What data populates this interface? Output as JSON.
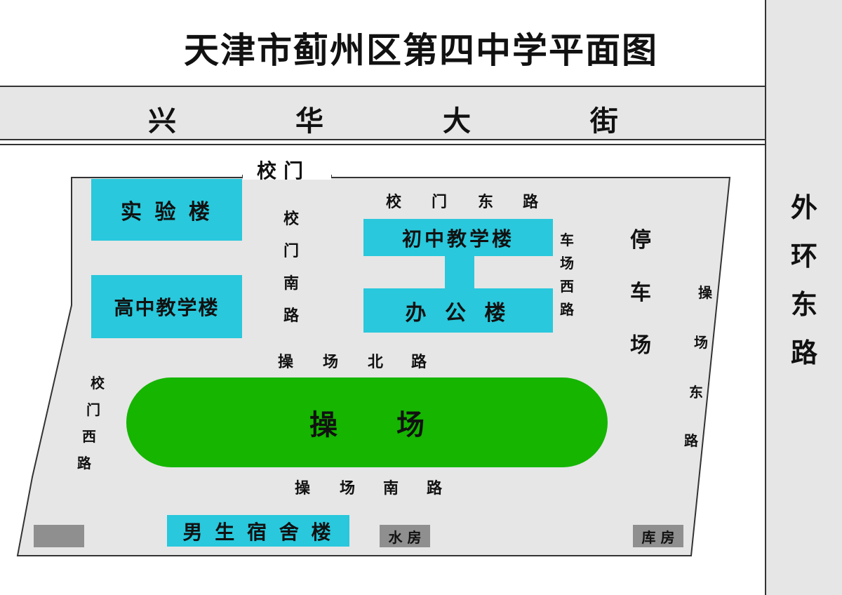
{
  "title": "天津市蓟州区第四中学平面图",
  "streets": {
    "top_chars": [
      "兴",
      "华",
      "大",
      "街"
    ],
    "right_chars": [
      "外",
      "环",
      "东",
      "路"
    ]
  },
  "gate": "校门",
  "buildings": {
    "lab": "实 验 楼",
    "high_school": "高中教学楼",
    "junior_school": "初中教学楼",
    "office": "办 公 楼",
    "dorm": "男 生 宿 舍 楼",
    "water_room": "水 房",
    "storage": "库 房"
  },
  "playground_chars": [
    "操",
    "场"
  ],
  "roads": {
    "gate_east": [
      "校",
      "门",
      "东",
      "路"
    ],
    "gate_south": [
      "校",
      "门",
      "南",
      "路"
    ],
    "gate_west": [
      "校",
      "门",
      "西",
      "路"
    ],
    "parking_west": [
      "车",
      "场",
      "西",
      "路"
    ],
    "parking": [
      "停",
      "车",
      "场"
    ],
    "playground_east": [
      "操",
      "场",
      "东",
      "路"
    ],
    "playground_north": [
      "操",
      "场",
      "北",
      "路"
    ],
    "playground_south": [
      "操",
      "场",
      "南",
      "路"
    ]
  },
  "colors": {
    "building": "#29c8dc",
    "playground": "#15b500",
    "campus": "#e6e6e6",
    "room": "#8f8f8f"
  }
}
